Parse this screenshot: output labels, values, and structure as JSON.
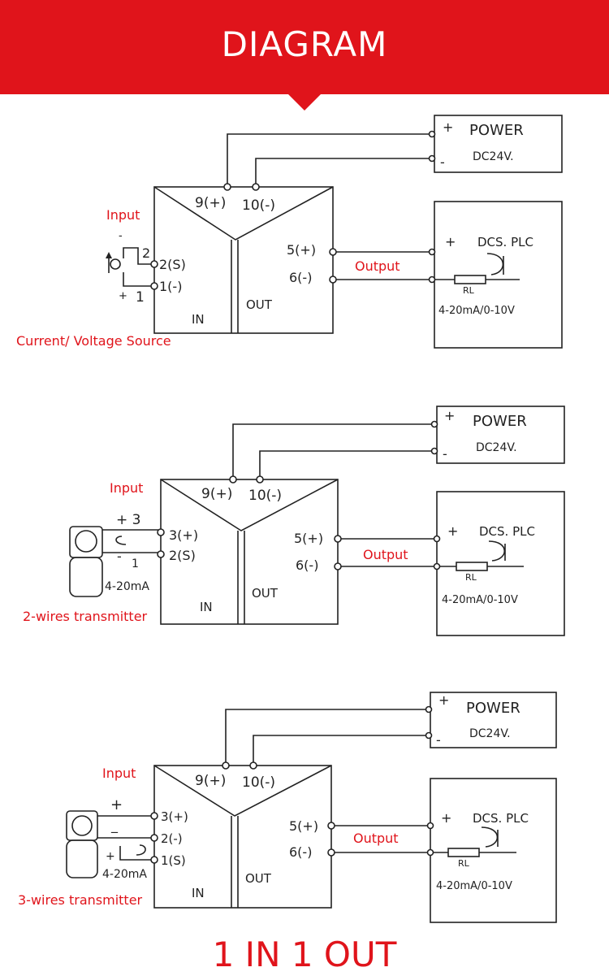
{
  "header": {
    "title": "DIAGRAM"
  },
  "footer": {
    "title": "1 IN 1 OUT"
  },
  "colors": {
    "accent": "#e0141b",
    "line": "#222222",
    "label_red": "#e0141b"
  },
  "common": {
    "power_plus": "+",
    "power_minus": "-",
    "power_title": "POWER",
    "power_voltage": "DC24V.",
    "terminal_9": "9(+)",
    "terminal_10": "10(-)",
    "terminal_5": "5(+)",
    "terminal_6": "6(-)",
    "output_label": "Output",
    "dcs_plus": "+",
    "dcs_title": "DCS. PLC",
    "rl": "RL",
    "range": "4-20mA/0-10V",
    "in_label": "IN",
    "out_label": "OUT",
    "input_label": "Input"
  },
  "diagram1": {
    "terminal_a": "2(S)",
    "terminal_b": "1(-)",
    "src_minus": "-",
    "src_2": "2",
    "src_plus": "+",
    "src_1": "1",
    "caption": "Current/ Voltage Source"
  },
  "diagram2": {
    "terminal_a": "3(+)",
    "terminal_b": "2(S)",
    "tx_plus3": "+ 3",
    "tx_minus": "-",
    "tx_1": "1",
    "tx_ma": "4-20mA",
    "caption": "2-wires transmitter"
  },
  "diagram3": {
    "terminal_a": "3(+)",
    "terminal_b": "2(-)",
    "terminal_c": "1(S)",
    "tx_plus": "+",
    "tx_minus": "_",
    "tx_plus2": "+",
    "tx_ma": "4-20mA",
    "caption": "3-wires transmitter"
  }
}
